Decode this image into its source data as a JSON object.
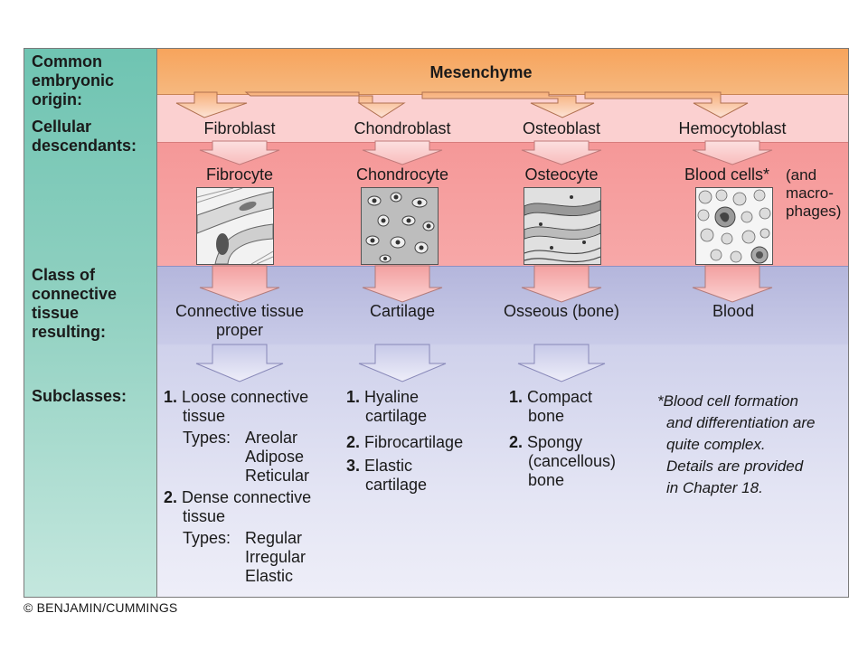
{
  "left_labels": {
    "origin": [
      "Common",
      "embryonic",
      "origin:"
    ],
    "descendants": [
      "Cellular",
      "descendants:"
    ],
    "class": [
      "Class of",
      "connective",
      "tissue",
      "resulting:"
    ],
    "subclasses": "Subclasses:"
  },
  "mesenchyme": "Mesenchyme",
  "blasts": [
    "Fibroblast",
    "Chondroblast",
    "Osteoblast",
    "Hemocytoblast"
  ],
  "mature_cells": [
    "Fibrocyte",
    "Chondrocyte",
    "Osteocyte",
    "Blood cells*"
  ],
  "blood_note": [
    "(and",
    "macro-",
    "phages)"
  ],
  "classes": {
    "ct_proper": [
      "Connective tissue",
      "proper"
    ],
    "cartilage": "Cartilage",
    "bone": "Osseous (bone)",
    "blood": "Blood"
  },
  "subclasses": {
    "ct": {
      "item1_num": "1.",
      "item1_text": [
        "Loose connective",
        "tissue"
      ],
      "types1_label": "Types:",
      "types1": [
        "Areolar",
        "Adipose",
        "Reticular"
      ],
      "item2_num": "2.",
      "item2_text": [
        "Dense connective",
        "tissue"
      ],
      "types2_label": "Types:",
      "types2": [
        "Regular",
        "Irregular",
        "Elastic"
      ]
    },
    "cartilage": {
      "item1_num": "1.",
      "item1_text": [
        "Hyaline",
        "cartilage"
      ],
      "item2_num": "2.",
      "item2_text": "Fibrocartilage",
      "item3_num": "3.",
      "item3_text": [
        "Elastic",
        "cartilage"
      ]
    },
    "bone": {
      "item1_num": "1.",
      "item1_text": [
        "Compact",
        "bone"
      ],
      "item2_num": "2.",
      "item2_text": [
        "Spongy",
        "(cancellous)",
        "bone"
      ]
    },
    "footnote": [
      "*",
      "Blood cell formation",
      "and differentiation are",
      "quite complex.",
      "Details are provided",
      "in Chapter 18."
    ]
  },
  "credit": "© BENJAMIN/CUMMINGS",
  "colors": {
    "left_column": "#8fd0c0",
    "origin_band": "#f7a45c",
    "descendant_band": "#fbd0d0",
    "cell_band": "#f59898",
    "class_band": "#b4b6dc",
    "subclass_band": "#e4e5f4"
  }
}
